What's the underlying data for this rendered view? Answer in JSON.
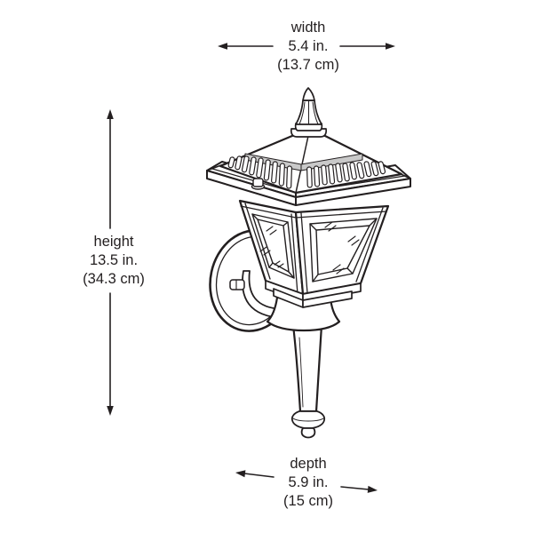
{
  "page": {
    "background": "#ffffff",
    "line_color": "#231f20"
  },
  "dimensions": {
    "width": {
      "label": "width",
      "imperial": "5.4 in.",
      "metric": "(13.7 cm)"
    },
    "height": {
      "label": "height",
      "imperial": "13.5 in.",
      "metric": "(34.3 cm)"
    },
    "depth": {
      "label": "depth",
      "imperial": "5.9 in.",
      "metric": "(15 cm)"
    }
  },
  "illustration": {
    "name": "wall-lantern-line-drawing",
    "description": "Line drawing of a wall-mounted outdoor lantern with peaked louvered roof, finial, tapered glass cage, round wall plate and tapered tail"
  }
}
